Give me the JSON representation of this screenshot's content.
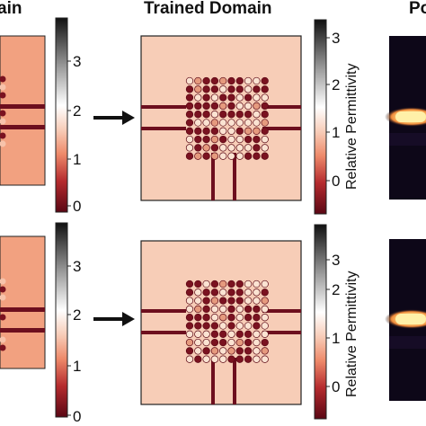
{
  "titles": {
    "left_partial": "ain",
    "center": "Trained Domain",
    "right_partial": "Po"
  },
  "colorbar": {
    "label": "Relative Permittivity",
    "left_ticks": [
      "0",
      "1",
      "2",
      "3"
    ],
    "center_ticks": [
      "0",
      "1",
      "2",
      "3"
    ],
    "colors": {
      "low": "#5a0714",
      "mid": "#f2ae92",
      "white": "#ffffff",
      "high": "#111111"
    }
  },
  "panels": {
    "background_color": "#f7cdb7",
    "left_background_color": "#f2a180",
    "waveguide_color": "#6d0f1e",
    "rod_dark_color": "#7a1220",
    "rod_light_color": "#fbe3d2",
    "field_background_color": "#0d0718",
    "field_hotspot_color": "#fff4b0"
  },
  "arrows": [
    "arrow-right",
    "arrow-right"
  ]
}
